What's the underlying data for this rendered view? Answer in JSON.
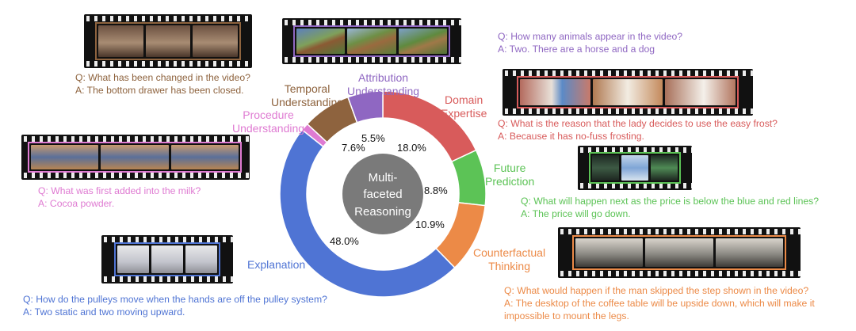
{
  "center_label": [
    "Multi-",
    "faceted",
    "Reasoning"
  ],
  "colors": {
    "domain": "#d85b5b",
    "future": "#5cc356",
    "counterfactual": "#ec8a47",
    "explanation": "#4f74d4",
    "procedure": "#df7bd2",
    "temporal": "#8e633e",
    "attribution": "#8f67c2",
    "center": "#7a7a7a"
  },
  "chart_data": {
    "type": "pie",
    "donut": true,
    "segments": [
      {
        "label": "Domain Expertise",
        "value": 18.0,
        "pct_label": "18.0%",
        "color": "#d85b5b"
      },
      {
        "label": "Future Prediction",
        "value": 8.8,
        "pct_label": "8.8%",
        "color": "#5cc356"
      },
      {
        "label": "Counterfactual Thinking",
        "value": 10.9,
        "pct_label": "10.9%",
        "color": "#ec8a47"
      },
      {
        "label": "Explanation",
        "value": 48.0,
        "pct_label": "48.0%",
        "color": "#4f74d4"
      },
      {
        "label": "Procedure Understanding",
        "value": 1.2,
        "pct_label": "",
        "color": "#df7bd2"
      },
      {
        "label": "Temporal Understanding",
        "value": 7.6,
        "pct_label": "7.6%",
        "color": "#8e633e"
      },
      {
        "label": "Attribution Understanding",
        "value": 5.5,
        "pct_label": "5.5%",
        "color": "#8f67c2"
      }
    ]
  },
  "labels": {
    "attribution": [
      "Attribution",
      "Understanding"
    ],
    "temporal": [
      "Temporal",
      "Understanding"
    ],
    "procedure": [
      "Procedure",
      "Understanding"
    ],
    "domain": [
      "Domain",
      "Expertise"
    ],
    "future": [
      "Future",
      "Prediction"
    ],
    "counterfactual": [
      "Counterfactual",
      "Thinking"
    ],
    "explanation": "Explanation"
  },
  "examples": {
    "temporal": {
      "q": "Q: What has been changed in the video?",
      "a": "A: The bottom drawer has been closed."
    },
    "attribution": {
      "q": "Q: How many animals appear in the video?",
      "a": "A: Two. There are a horse and a dog"
    },
    "domain": {
      "q": "Q: What is the reason that the lady decides to use the easy frost?",
      "a": "A: Because it has no-fuss frosting."
    },
    "procedure": {
      "q": "Q: What was first added into the milk?",
      "a": "A: Cocoa powder."
    },
    "future": {
      "q": "Q: What will happen next as the price is below the blue and red lines?",
      "a": "A: The price will go down."
    },
    "explanation": {
      "q": "Q: How do the pulleys move when the hands are off the pulley system?",
      "a": "A: Two static and two moving upward."
    },
    "counterfactual": {
      "q": "Q: What would happen if the man skipped the step shown in the video?",
      "a1": "A: The desktop of the coffee table will be upside down, which will make it",
      "a2": "impossible to mount the legs."
    }
  }
}
